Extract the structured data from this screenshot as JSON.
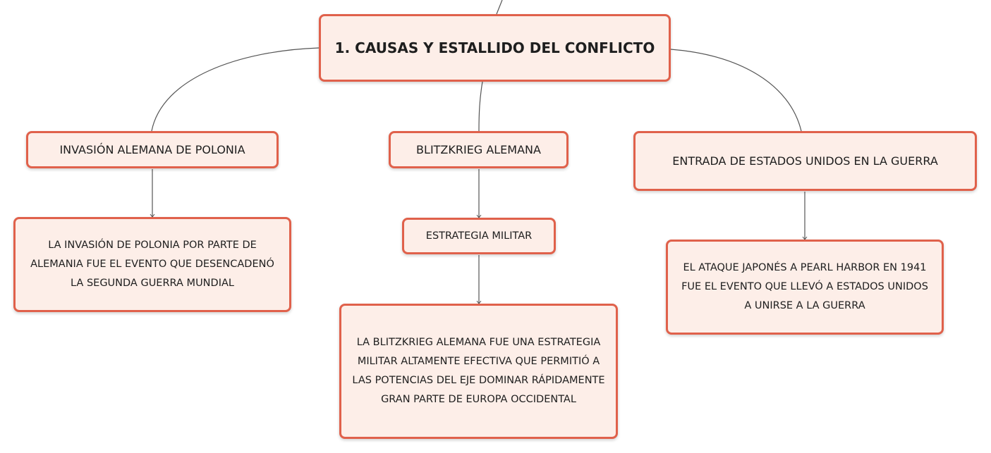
{
  "root": {
    "title": "1. CAUSAS Y ESTALLIDO DEL CONFLICTO"
  },
  "branches": [
    {
      "title": "INVASIÓN ALEMANA DE POLONIA",
      "detail": "LA INVASIÓN DE POLONIA POR PARTE DE ALEMANIA FUE EL EVENTO QUE DESENCADENÓ LA SEGUNDA GUERRA MUNDIAL"
    },
    {
      "title": "BLITZKRIEG ALEMANA",
      "subtopic": "ESTRATEGIA MILITAR",
      "detail": "LA BLITZKRIEG ALEMANA FUE UNA ESTRATEGIA MILITAR ALTAMENTE EFECTIVA QUE PERMITIÓ A LAS POTENCIAS DEL EJE DOMINAR RÁPIDAMENTE GRAN PARTE DE EUROPA OCCIDENTAL"
    },
    {
      "title": "ENTRADA DE ESTADOS UNIDOS EN LA GUERRA",
      "detail": "EL ATAQUE JAPONÉS A PEARL HARBOR EN 1941 FUE EL EVENTO QUE LLEVÓ A ESTADOS UNIDOS A UNIRSE A LA GUERRA"
    }
  ],
  "colors": {
    "node_border": "#e0614b",
    "node_fill": "#fdeee8",
    "connector": "#555555",
    "text": "#1e1e1e"
  }
}
